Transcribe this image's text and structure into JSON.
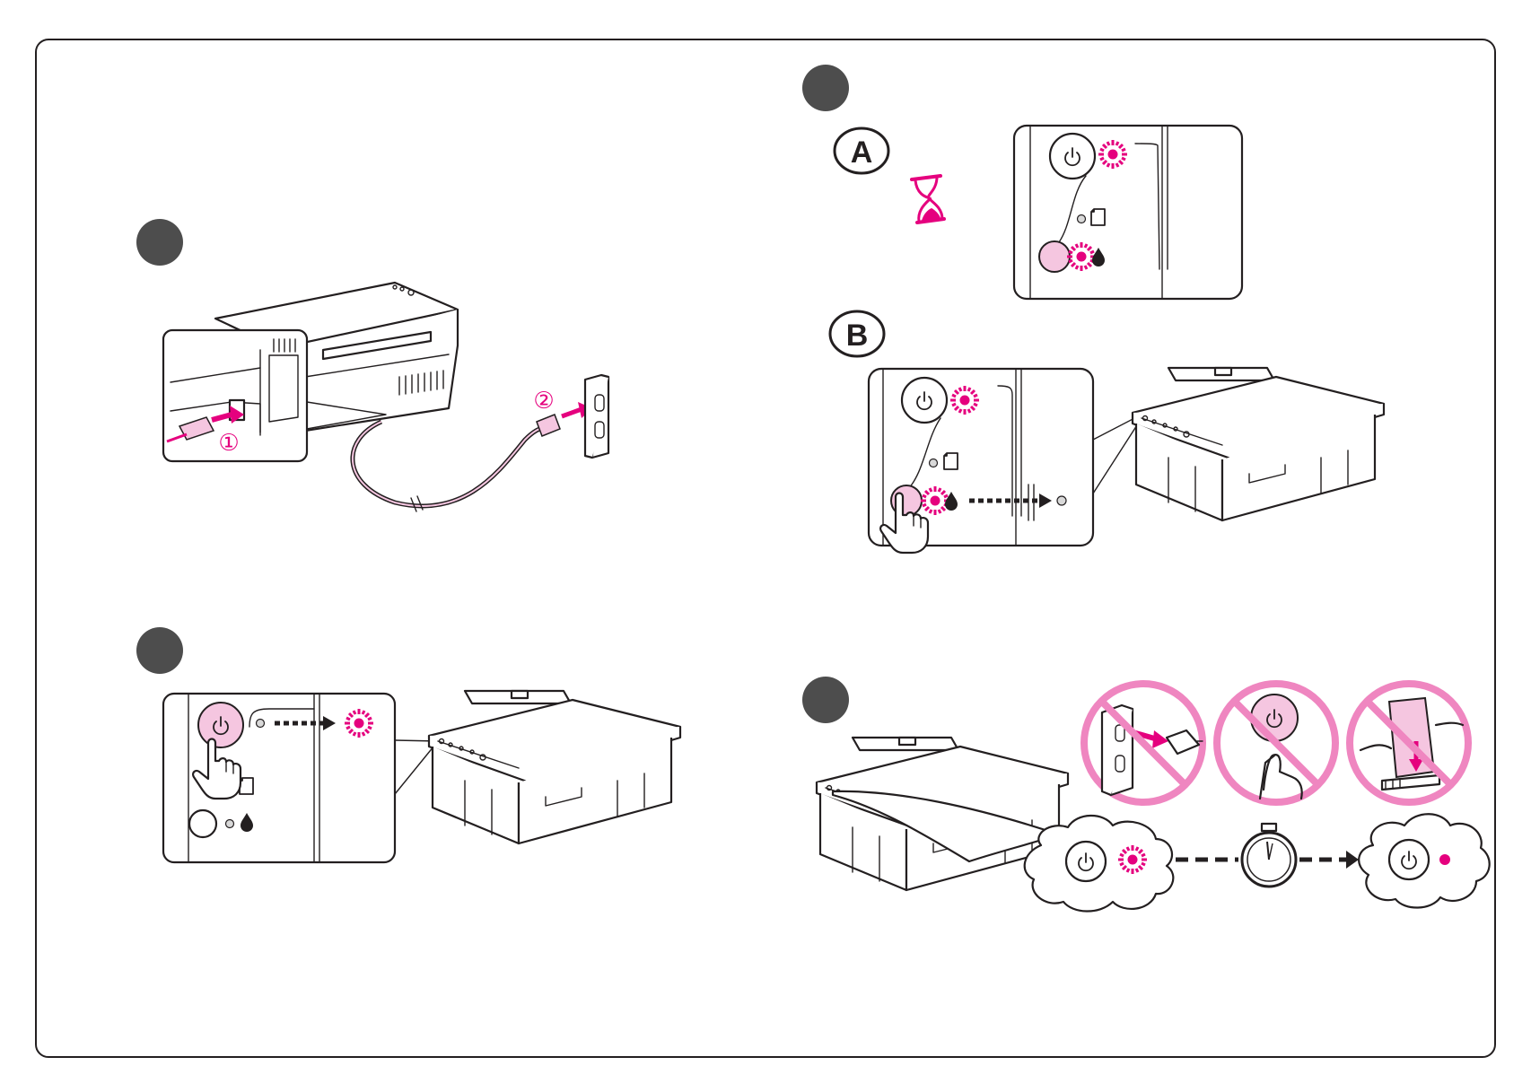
{
  "labels": {
    "option_a": "A",
    "option_b": "B",
    "callout_1": "①",
    "callout_2": "②"
  },
  "colors": {
    "accent": "#e5007e",
    "accent_light": "#f5c6e0",
    "prohibit_ring": "#ef86c0",
    "step_marker": "#4d4d4d",
    "line": "#231f20"
  },
  "icons": [
    "step-marker-icon",
    "power-icon",
    "paper-icon",
    "ink-drop-icon",
    "hourglass-icon",
    "flashing-light-icon",
    "pointing-hand-icon",
    "wall-outlet-icon",
    "power-plug-icon",
    "stopwatch-icon",
    "prohibit-icon",
    "arrow-right-icon"
  ]
}
